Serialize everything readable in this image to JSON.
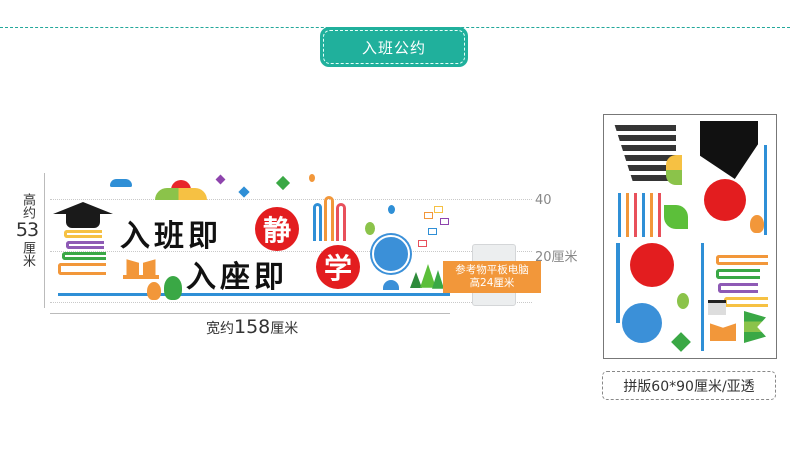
{
  "header": {
    "title": "入班公约"
  },
  "artwork": {
    "line1": "入班即",
    "line1_circle": "静",
    "line2": "入座即",
    "line2_circle": "学"
  },
  "dimensions": {
    "height_prefix": "高约",
    "height_value": "53",
    "height_unit": "厘米",
    "width_prefix": "宽约",
    "width_value": "158",
    "width_unit": "厘米",
    "scale_top": "40",
    "scale_mid": "20厘米"
  },
  "reference": {
    "line1": "参考物平板电脑",
    "line2": "高24厘米"
  },
  "layout_spec": {
    "label": "拼版60*90厘米/亚透"
  },
  "colors": {
    "accent": "#20b09c",
    "red": "#e31d1f",
    "orange": "#f2973a",
    "blue": "#2f8fd6"
  }
}
